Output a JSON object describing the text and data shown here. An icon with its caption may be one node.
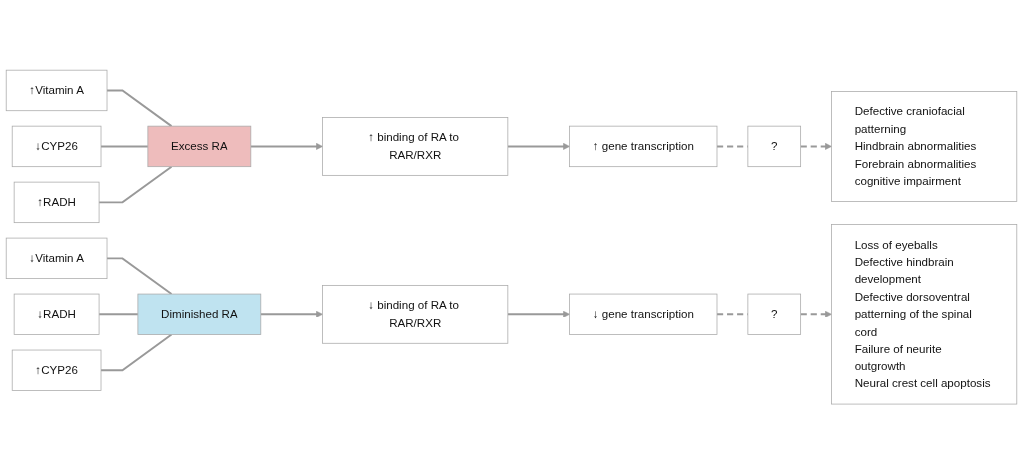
{
  "diagram": {
    "nodes": [
      {
        "text": [
          "↑Vitamin A"
        ]
      },
      {
        "text": [
          "↓CYP26"
        ]
      },
      {
        "text": [
          "↑RADH"
        ]
      },
      {
        "text": [
          "Excess RA"
        ]
      },
      {
        "text": [
          "↑ binding of RA to RAR/RXR"
        ]
      },
      {
        "text": [
          "↑ gene transcription"
        ]
      },
      {
        "text": [
          "?"
        ]
      },
      {
        "text": [
          "Defective craniofacial patterning",
          "Hindbrain abnormalities",
          "Forebrain abnormalities",
          "cognitive impairment"
        ]
      },
      {
        "text": [
          "↓Vitamin A"
        ]
      },
      {
        "text": [
          "↓RADH"
        ]
      },
      {
        "text": [
          "↑CYP26"
        ]
      },
      {
        "text": [
          "Diminished RA"
        ]
      },
      {
        "text": [
          "↓ binding of RA to RAR/RXR"
        ]
      },
      {
        "text": [
          "↓ gene transcription"
        ]
      },
      {
        "text": [
          "?"
        ]
      },
      {
        "text": [
          "Loss of eyeballs",
          "Defective hindbrain development",
          "Defective dorsoventral patterning of the spinal cord",
          "Failure of neurite outgrowth",
          "Neural crest cell apoptosis"
        ]
      }
    ],
    "edges": [
      {
        "from": 0,
        "to": 3,
        "arrow": "none"
      },
      {
        "from": 1,
        "to": 3,
        "arrow": "none"
      },
      {
        "from": 2,
        "to": 3,
        "arrow": "none"
      },
      {
        "from": 3,
        "to": 4,
        "arrow": "to"
      },
      {
        "from": 4,
        "to": 5,
        "arrow": "to"
      },
      {
        "from": 5,
        "to": 6,
        "arrow": "none",
        "style": "dashed"
      },
      {
        "from": 6,
        "to": 7,
        "arrow": "to",
        "style": "dashed"
      },
      {
        "from": 8,
        "to": 11,
        "arrow": "none"
      },
      {
        "from": 9,
        "to": 11,
        "arrow": "none"
      },
      {
        "from": 10,
        "to": 11,
        "arrow": "none"
      },
      {
        "from": 11,
        "to": 12,
        "arrow": "to"
      },
      {
        "from": 12,
        "to": 13,
        "arrow": "to"
      },
      {
        "from": 13,
        "to": 14,
        "arrow": "none",
        "style": "dashed"
      },
      {
        "from": 14,
        "to": 15,
        "arrow": "to",
        "style": "dashed"
      }
    ]
  }
}
